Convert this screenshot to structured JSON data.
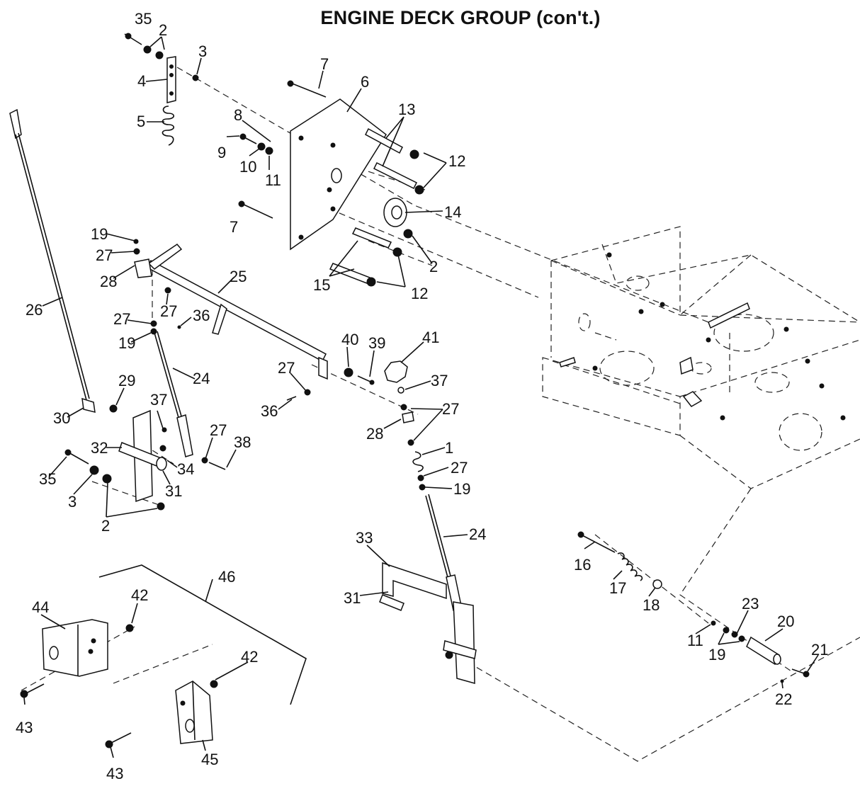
{
  "title": "ENGINE DECK GROUP (con't.)",
  "callouts": [
    "1",
    "2",
    "3",
    "4",
    "5",
    "6",
    "7",
    "8",
    "9",
    "10",
    "11",
    "12",
    "13",
    "14",
    "15",
    "16",
    "17",
    "18",
    "19",
    "20",
    "21",
    "22",
    "23",
    "24",
    "25",
    "26",
    "27",
    "28",
    "29",
    "30",
    "31",
    "32",
    "33",
    "34",
    "35",
    "36",
    "37",
    "38",
    "39",
    "40",
    "41",
    "42",
    "43",
    "44",
    "45",
    "46"
  ]
}
